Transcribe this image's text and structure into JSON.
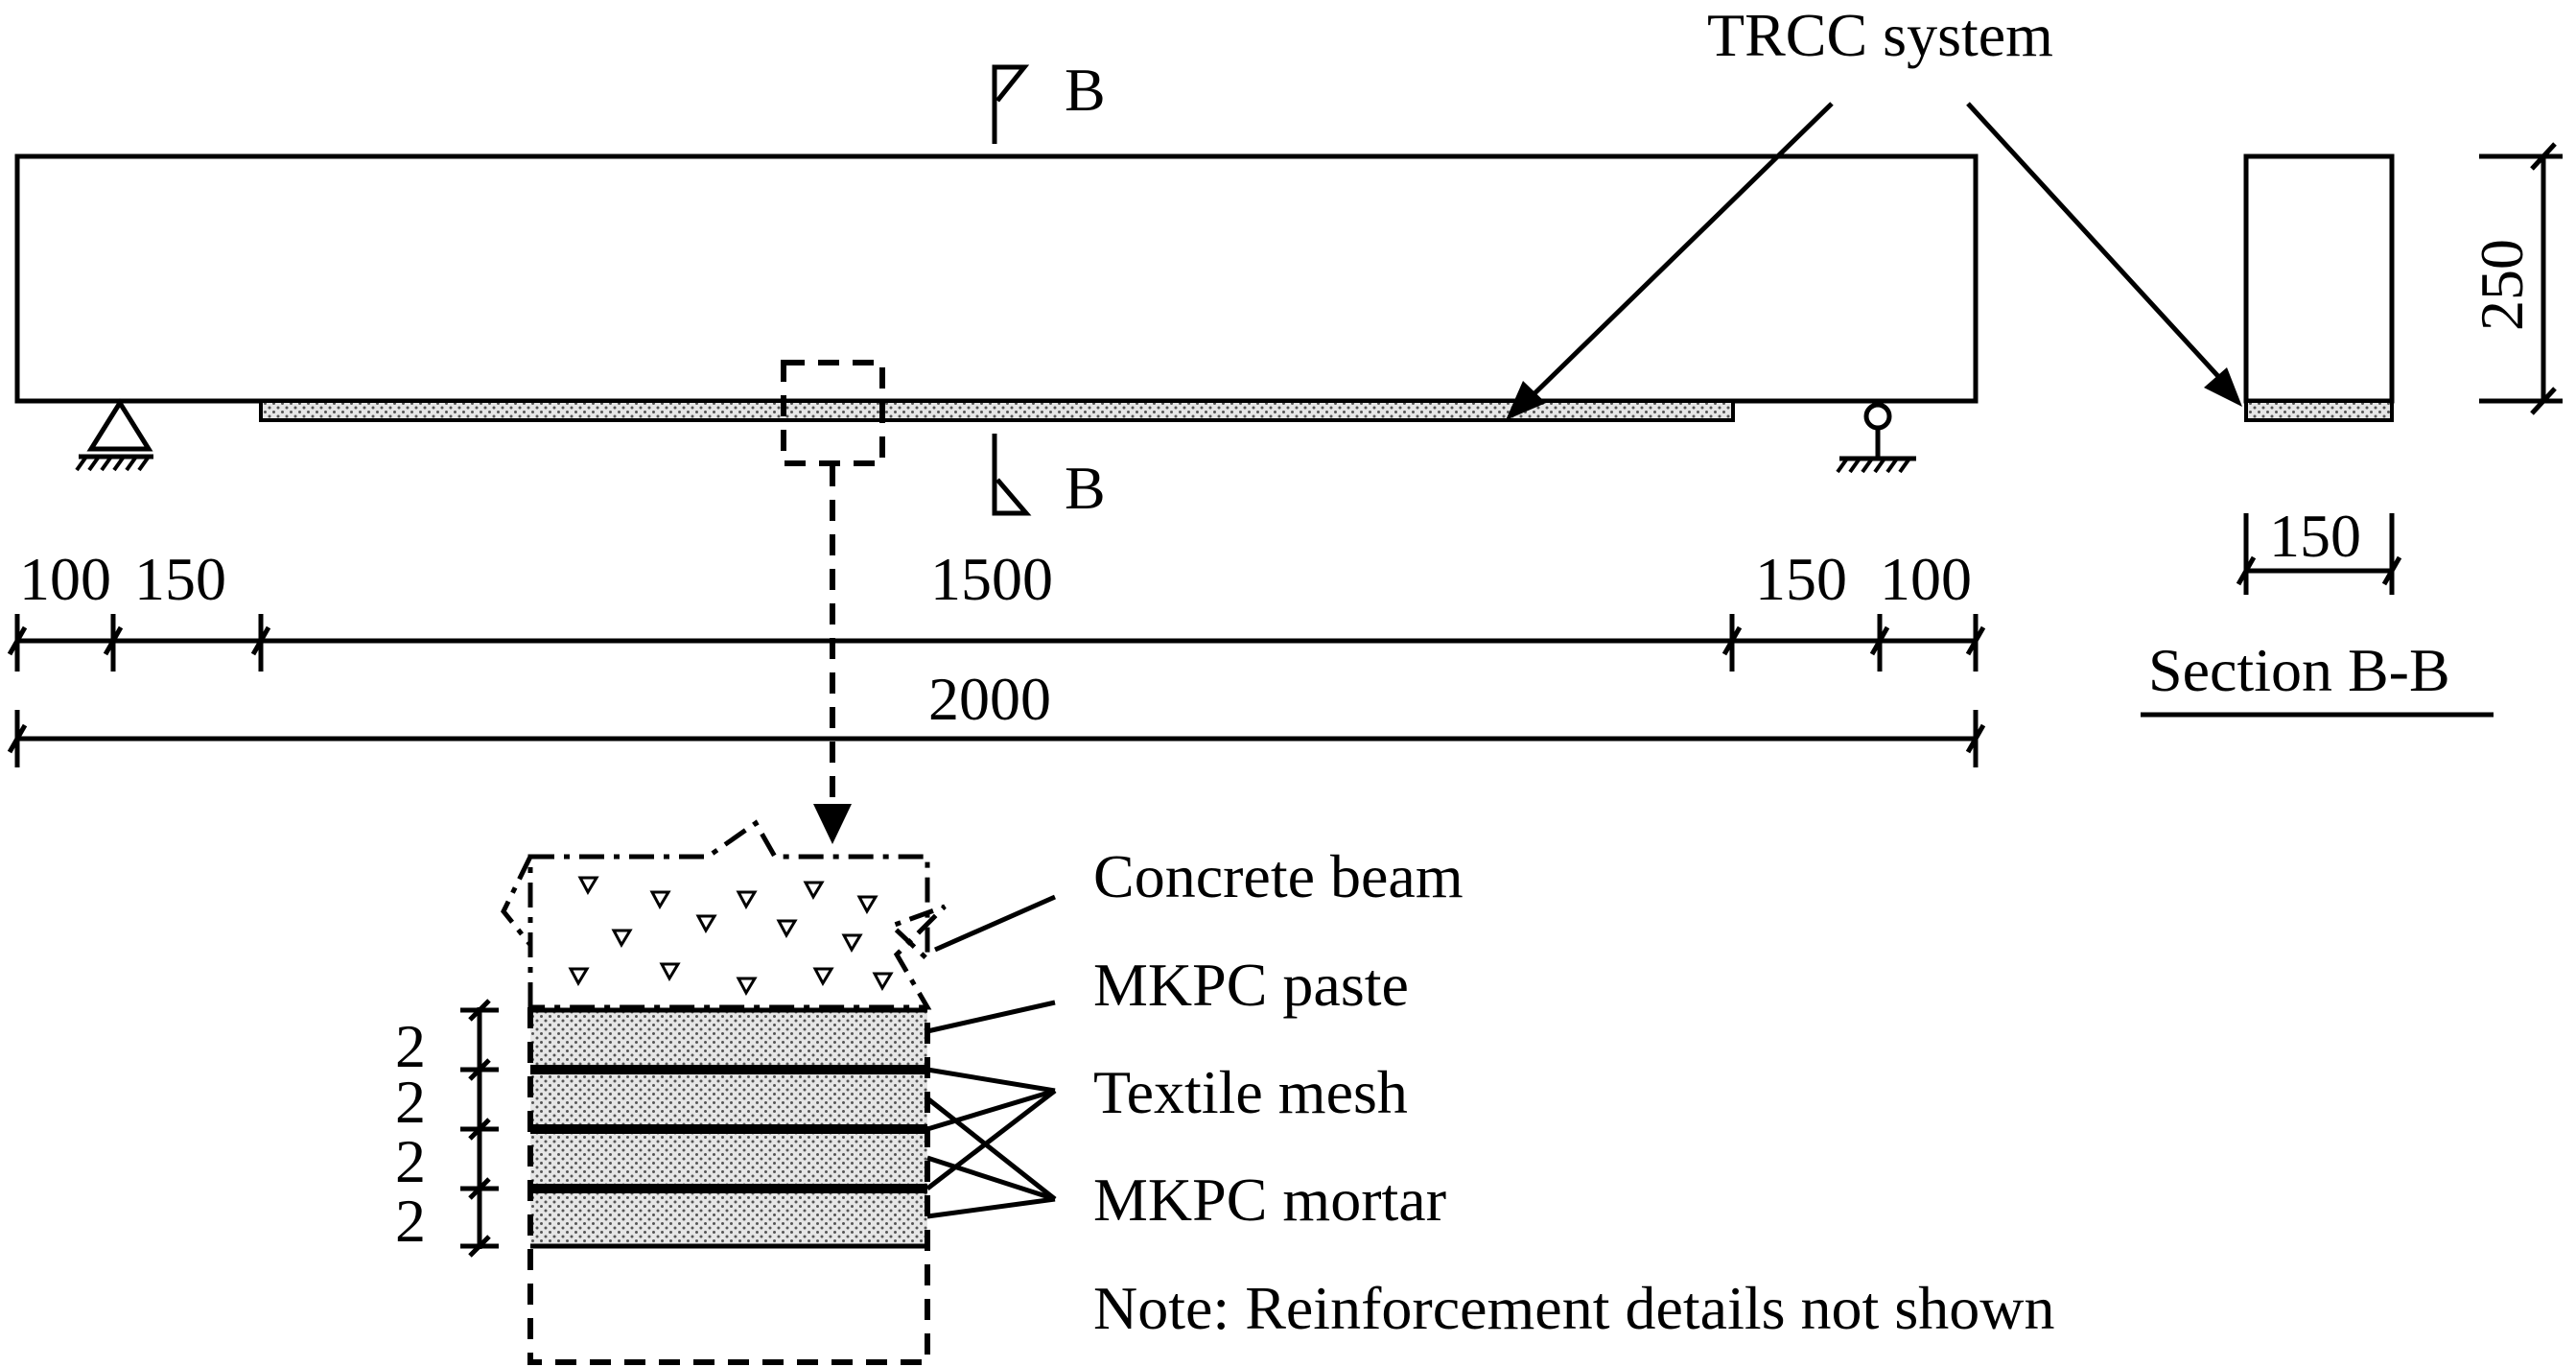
{
  "colors": {
    "ink": "#000000",
    "background": "#ffffff",
    "layer_fill": "dotted-gray"
  },
  "labels": {
    "trcc_system": "TRCC system",
    "section_mark_top": "B",
    "section_mark_bottom": "B",
    "section_title": "Section B-B",
    "concrete_beam": "Concrete beam",
    "mkpc_paste": "MKPC paste",
    "textile_mesh": "Textile mesh",
    "mkpc_mortar": "MKPC mortar",
    "note": "Note: Reinforcement details not shown"
  },
  "dimensions": {
    "seg_100_left": "100",
    "seg_150_left": "150",
    "seg_1500": "1500",
    "seg_150_right": "150",
    "seg_100_right": "100",
    "total_2000": "2000",
    "section_height": "250",
    "section_width": "150",
    "layers": [
      "2",
      "2",
      "2",
      "2"
    ]
  },
  "icons": {
    "pin_support": "pin-support-icon",
    "roller_support": "roller-support-icon",
    "section_cut_arrow": "section-cut-icon"
  }
}
